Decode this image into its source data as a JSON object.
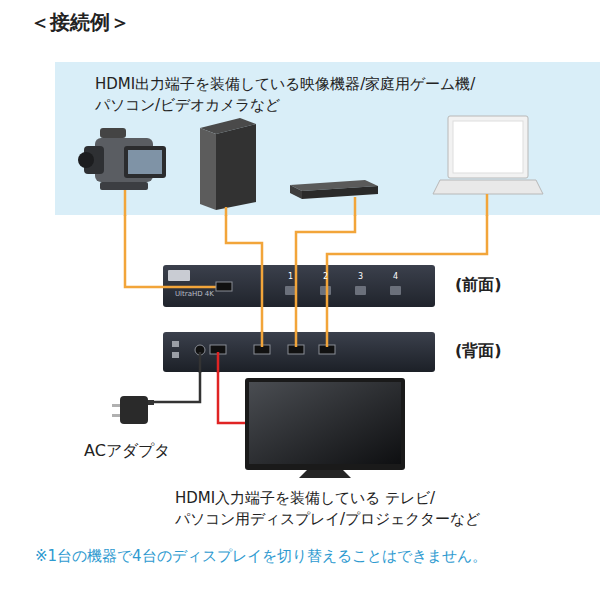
{
  "diagram": {
    "title": "＜接続例＞",
    "caption": "※1台の機器で4台のディスプレイを切り替えることはできません。",
    "nodes": [
      {
        "text": [
          "HDMI出力端子を装備している映像機器/家庭用ゲーム機/ パソコン/ビデオカメラなど"
        ]
      },
      {
        "text": [
          "UltraHD 4K",
          "(前面)"
        ]
      },
      {
        "text": [
          "(背面)"
        ]
      },
      {
        "text": [
          "HDMI入力端子を装備している テレビ/パソコン用ディスプレイ/プロジェクターなど"
        ]
      },
      {
        "text": [
          "ACアダプタ"
        ]
      }
    ],
    "edges": [
      {
        "from": 0,
        "to": 1,
        "arrow": "none"
      },
      {
        "from": 0,
        "to": 2,
        "arrow": "none"
      },
      {
        "from": 0,
        "to": 2,
        "arrow": "none"
      },
      {
        "from": 0,
        "to": 2,
        "arrow": "none"
      },
      {
        "from": 2,
        "to": 3,
        "arrow": "none"
      },
      {
        "from": 4,
        "to": 2,
        "arrow": "none"
      }
    ],
    "labels": [
      "1",
      "2",
      "3",
      "4"
    ]
  }
}
